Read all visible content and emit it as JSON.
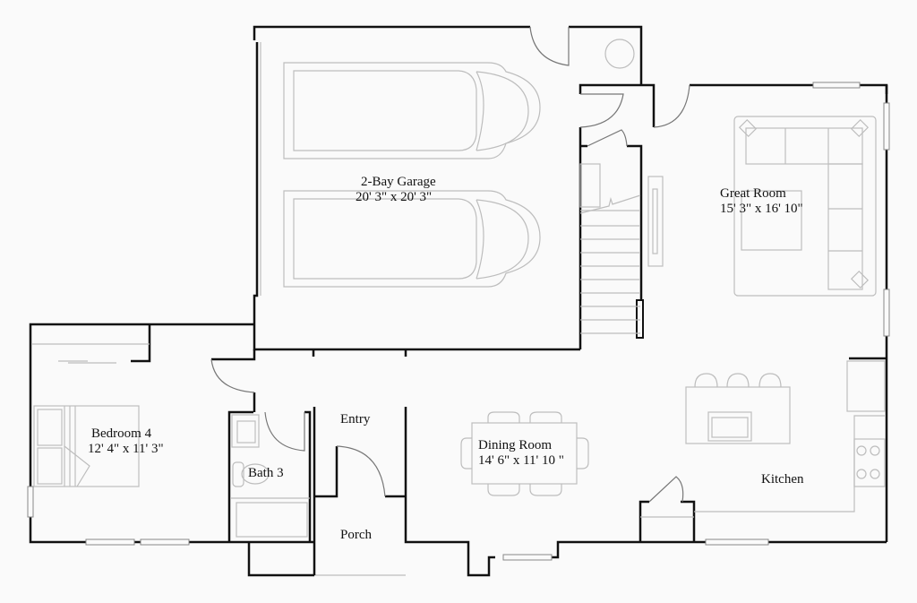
{
  "floor_plan": {
    "rooms": [
      {
        "id": "garage",
        "name": "2-Bay Garage",
        "dimensions": "20' 3\" x 20' 3\""
      },
      {
        "id": "great-room",
        "name": "Great Room",
        "dimensions": "15' 3\" x 16' 10\""
      },
      {
        "id": "bedroom-4",
        "name": "Bedroom 4",
        "dimensions": "12' 4\" x 11' 3\""
      },
      {
        "id": "bath-3",
        "name": "Bath 3",
        "dimensions": ""
      },
      {
        "id": "entry",
        "name": "Entry",
        "dimensions": ""
      },
      {
        "id": "dining-room",
        "name": "Dining Room",
        "dimensions": "14' 6\" x 11' 10 \""
      },
      {
        "id": "kitchen",
        "name": "Kitchen",
        "dimensions": ""
      },
      {
        "id": "porch",
        "name": "Porch",
        "dimensions": ""
      }
    ],
    "colors": {
      "wall": "#111111",
      "fixture": "#bdbdbd",
      "background": "#fafafa"
    }
  }
}
